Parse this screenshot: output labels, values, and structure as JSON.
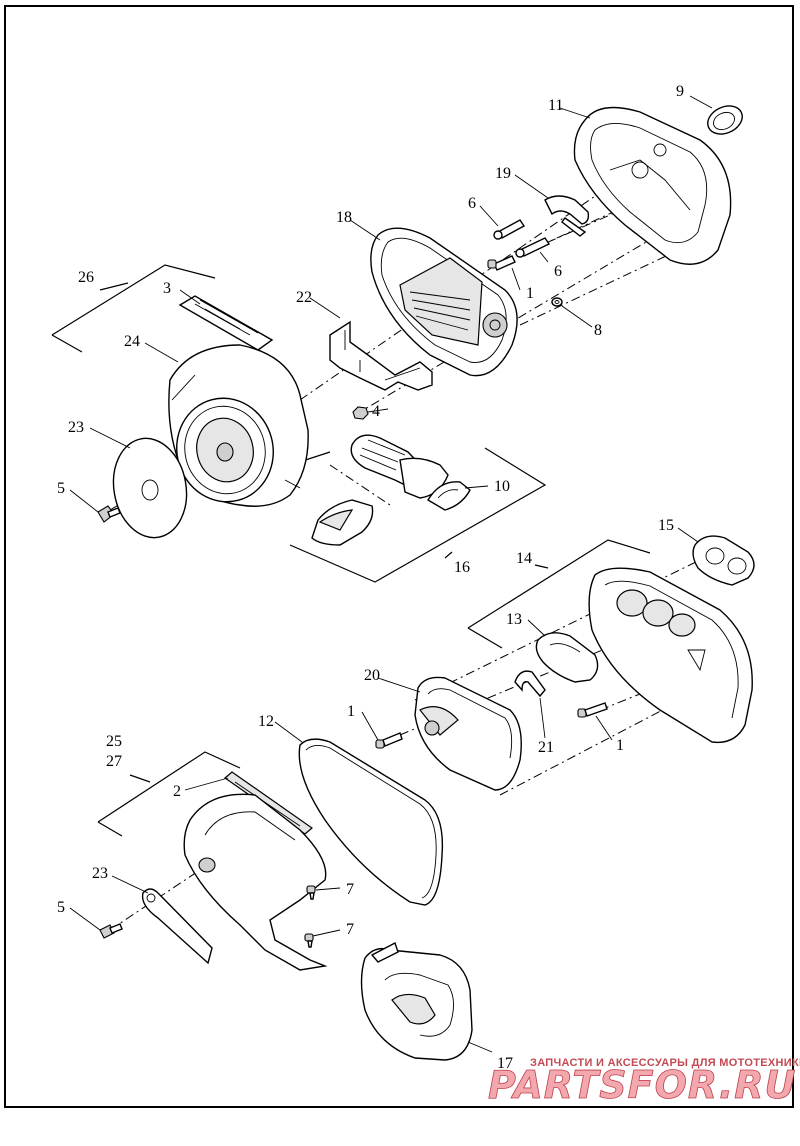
{
  "callouts": {
    "c1a": "1",
    "c1b": "1",
    "c1c": "1",
    "c2": "2",
    "c3": "3",
    "c4": "4",
    "c5a": "5",
    "c5b": "5",
    "c6a": "6",
    "c6b": "6",
    "c7a": "7",
    "c7b": "7",
    "c8": "8",
    "c9": "9",
    "c10": "10",
    "c11": "11",
    "c12": "12",
    "c13": "13",
    "c14": "14",
    "c15": "15",
    "c16": "16",
    "c17": "17",
    "c18": "18",
    "c19": "19",
    "c20": "20",
    "c21": "21",
    "c22": "22",
    "c23a": "23",
    "c23b": "23",
    "c24": "24",
    "c25": "25",
    "c26": "26",
    "c27": "27"
  },
  "watermark": {
    "caption": "ЗАПЧАСТИ И АКСЕССУАРЫ ДЛЯ МОТОТЕХНИКИ",
    "logo": "PARTSFOR.RU",
    "logo_color": "#f2a8ae",
    "caption_color": "#c24a52"
  },
  "line_color": "#000000",
  "background": "#ffffff"
}
